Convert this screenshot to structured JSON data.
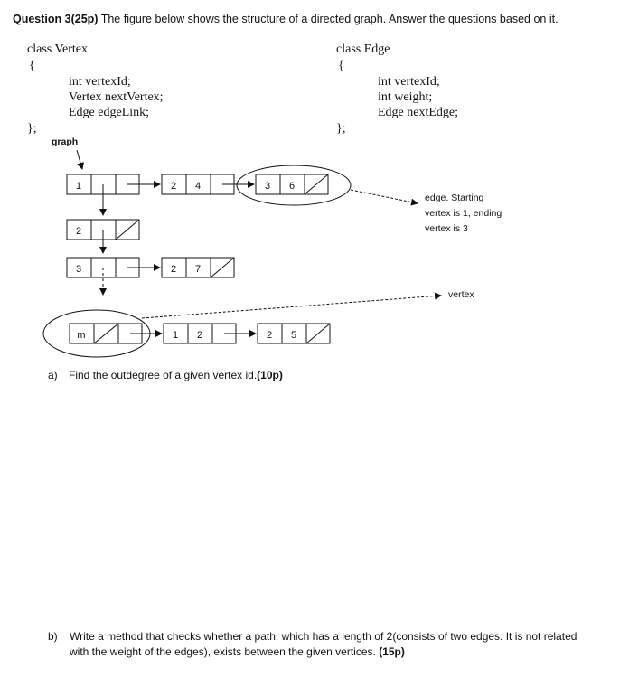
{
  "question": {
    "label": "Question 3(25p)",
    "intro": "The figure below shows the structure of a directed graph. Answer the questions based on it."
  },
  "vertex_class": {
    "decl": "class Vertex",
    "open": "{",
    "fields": [
      "int vertexId;",
      "Vertex nextVertex;",
      "Edge edgeLink;"
    ],
    "close": "};"
  },
  "edge_class": {
    "decl": "class Edge",
    "open": "{",
    "fields": [
      "int vertexId;",
      "int weight;",
      "Edge nextEdge;"
    ],
    "close": "};"
  },
  "figure": {
    "graph_label": "graph",
    "vertices": [
      "1",
      "2",
      "3",
      "m"
    ],
    "row1_edges": [
      [
        "2",
        "4"
      ],
      [
        "3",
        "6"
      ]
    ],
    "row3_edges": [
      [
        "2",
        "7"
      ]
    ],
    "row4_edges": [
      [
        "1",
        "2"
      ],
      [
        "2",
        "5"
      ]
    ],
    "annotation_edge": [
      "edge. Starting",
      "vertex is 1, ending",
      "vertex is 3"
    ],
    "annotation_vertex": "vertex"
  },
  "part_a": {
    "label": "a)",
    "text": "Find the outdegree of a given vertex id.",
    "points": "(10p)"
  },
  "part_b": {
    "label": "b)",
    "line1": "Write a method that checks whether a path, which has a length of 2(consists of two edges. It is not related",
    "line2": "with the weight of the edges), exists between the given vertices.",
    "points": "(15p)"
  }
}
